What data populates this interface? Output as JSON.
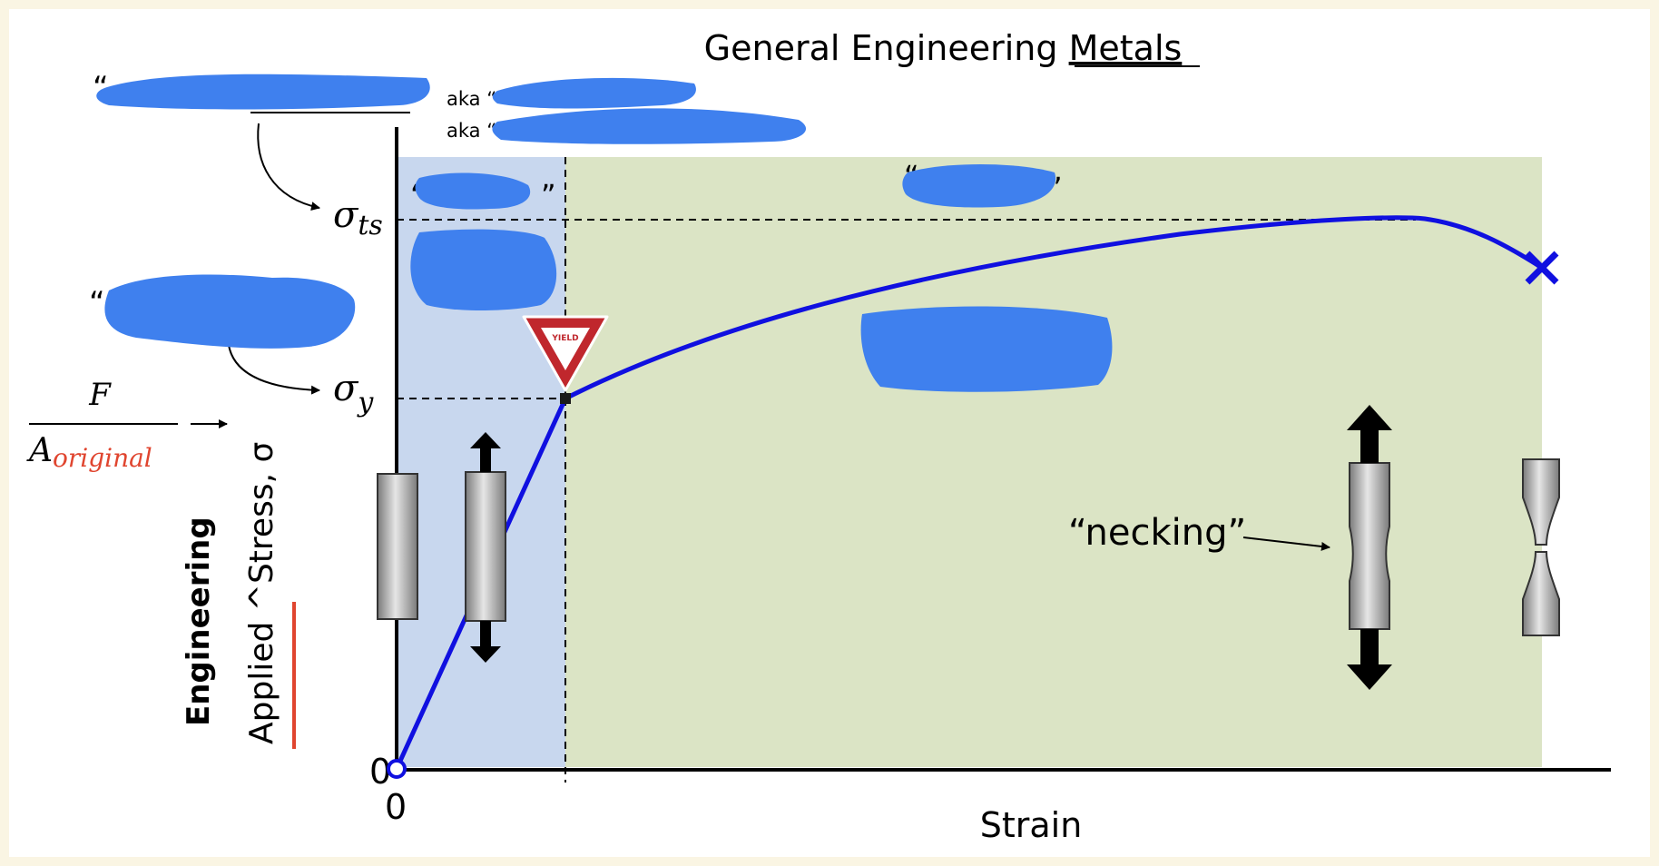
{
  "diagram": {
    "title_prefix": "General Engineering ",
    "title_underlined": "Metals",
    "aka_1": "aka “",
    "aka_2": "aka “",
    "sigma_ts": "σ",
    "sigma_ts_sub": "ts",
    "sigma_y": "σ",
    "sigma_y_sub": "y",
    "formula_numerator": "F",
    "formula_denominator_main": "A",
    "formula_denominator_sub": "original",
    "ylabel_bold": "Engineering",
    "ylabel_main": "Applied ^Stress, σ",
    "xlabel": "Strain",
    "y_origin": "0",
    "x_origin": "0",
    "yield_sign": "YIELD",
    "necking": "“necking”",
    "elastic_quote_open": "“",
    "elastic_quote_close": "”",
    "plastic_quote_open": "“",
    "plastic_quote_close": "”",
    "left_quote_1": "“",
    "left_quote_2": "“"
  },
  "colors": {
    "curve": "#1010e0",
    "elastic_region": "#c8d7ee",
    "plastic_region": "#dbe4c5",
    "scribble": "#3f80ee",
    "yield_sign": "#c0272d",
    "underline_accent": "#e0452f",
    "background": "#faf5e3"
  }
}
